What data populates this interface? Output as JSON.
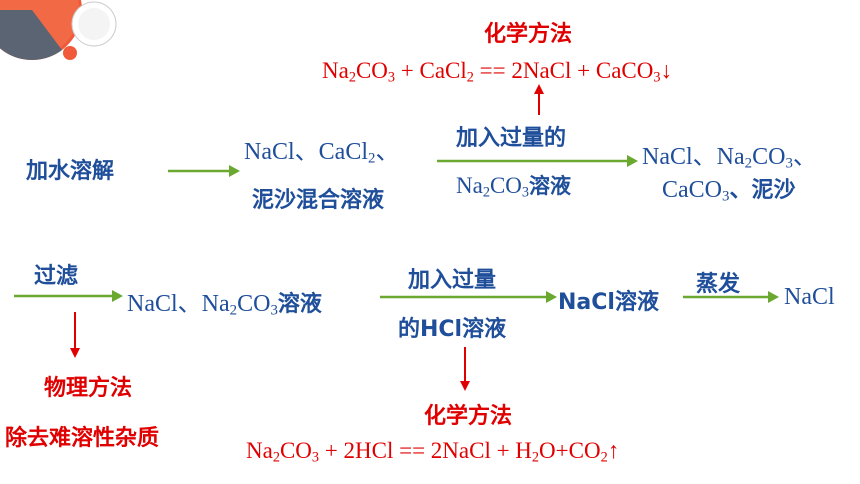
{
  "colors": {
    "blue": "#1f4e9a",
    "red": "#e00000",
    "green": "#6aa830"
  },
  "top": {
    "method_label": "化学方法",
    "eq": {
      "p1": "Na",
      "s1": "2",
      "p2": "CO",
      "s2": "3",
      "p3": " + CaCl",
      "s3": "2",
      "p4": " == 2NaCl + CaCO",
      "s4": "3",
      "p5": "↓"
    },
    "step1": "加水溶解",
    "mix_line1": "NaCl、CaCl",
    "mix_line1_sub": "2",
    "mix_line1_end": "、",
    "mix_line2": "泥沙混合溶液",
    "reagent_top": "加入过量的",
    "reagent_bot": {
      "p1": "Na",
      "s1": "2",
      "p2": "CO",
      "s2": "3",
      "p3": "溶液"
    },
    "result_line1": {
      "p1": "NaCl、Na",
      "s1": "2",
      "p2": "CO",
      "s2": "3",
      "p3": "、"
    },
    "result_line2": {
      "p1": "CaCO",
      "s1": "3",
      "p2": "、泥沙"
    }
  },
  "bottom": {
    "filter": "过滤",
    "solution": {
      "p1": "NaCl、Na",
      "s1": "2",
      "p2": "CO",
      "s2": "3",
      "p3": "溶液"
    },
    "reagent_top": "加入过量",
    "reagent_bot": "的HCl溶液",
    "nacl_sol": "NaCl溶液",
    "evaporate": "蒸发",
    "final": "NaCl",
    "physical_method": "物理方法",
    "remove_impurity": "除去难溶性杂质",
    "method_label": "化学方法",
    "eq": {
      "p1": "Na",
      "s1": "2",
      "p2": "CO",
      "s2": "3",
      "p3": " + 2HCl == 2NaCl + H",
      "s3": "2",
      "p4": "O+CO",
      "s4": "2",
      "p5": "↑"
    }
  }
}
